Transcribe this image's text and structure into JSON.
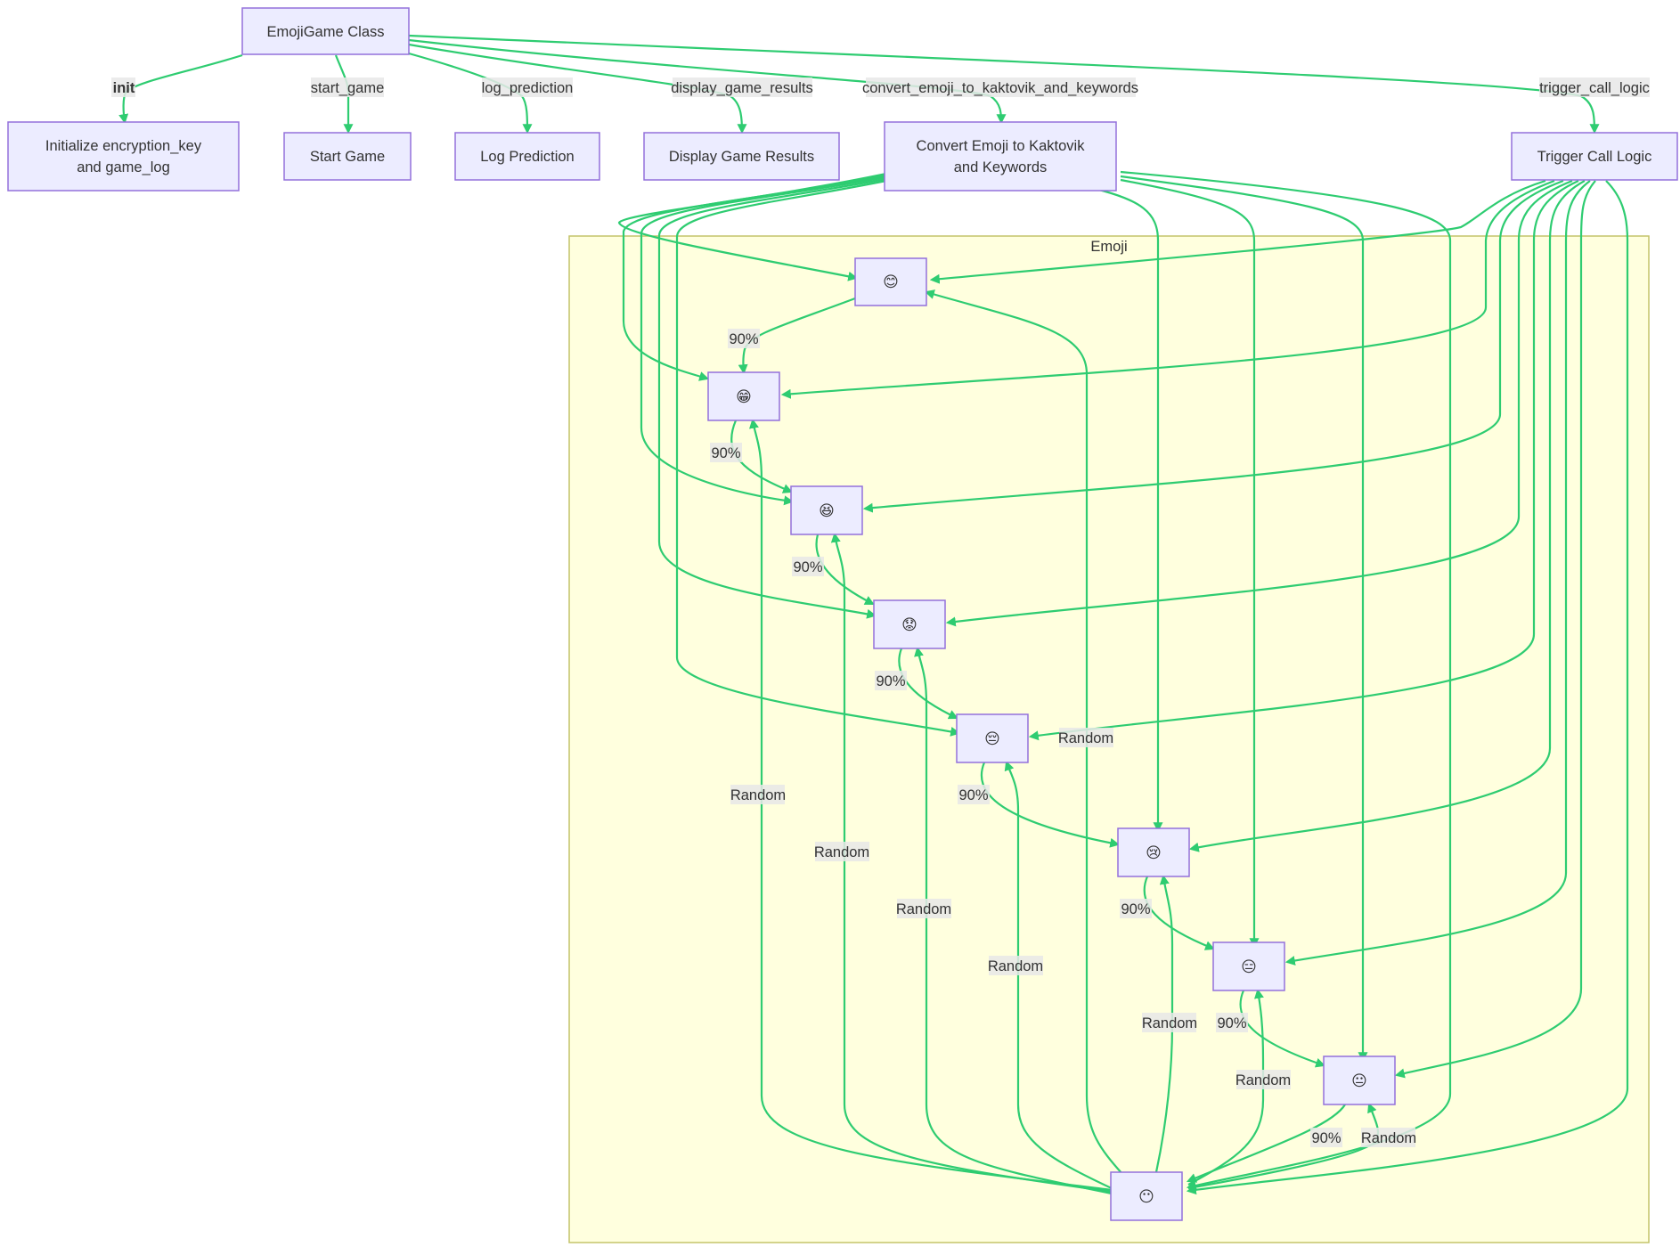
{
  "diagram": {
    "cluster": {
      "title": "Emoji"
    },
    "nodes": {
      "emojigame": {
        "lines": [
          "EmojiGame Class"
        ]
      },
      "init_node": {
        "lines": [
          "Initialize encryption_key",
          "and game_log"
        ]
      },
      "start_game": {
        "lines": [
          "Start Game"
        ]
      },
      "log_prediction": {
        "lines": [
          "Log Prediction"
        ]
      },
      "display_results": {
        "lines": [
          "Display Game Results"
        ]
      },
      "convert_emoji": {
        "lines": [
          "Convert Emoji to Kaktovik",
          "and Keywords"
        ]
      },
      "trigger_call": {
        "lines": [
          "Trigger Call Logic"
        ]
      },
      "e1": {
        "lines": [
          "😊"
        ]
      },
      "e2": {
        "lines": [
          "😁"
        ]
      },
      "e3": {
        "lines": [
          "😆"
        ]
      },
      "e4": {
        "lines": [
          "😟"
        ]
      },
      "e5": {
        "lines": [
          "😔"
        ]
      },
      "e6": {
        "lines": [
          "😢"
        ]
      },
      "e7": {
        "lines": [
          "😑"
        ]
      },
      "e8": {
        "lines": [
          "😐"
        ]
      },
      "e9": {
        "lines": [
          "😶"
        ]
      }
    },
    "edge_labels": {
      "init": "init",
      "start_game": "start_game",
      "log_prediction": "log_prediction",
      "display_game_results": "display_game_results",
      "convert": "convert_emoji_to_kaktovik_and_keywords",
      "trigger": "trigger_call_logic",
      "p12": "90%",
      "p23": "90%",
      "p34": "90%",
      "p45": "90%",
      "p56": "90%",
      "p67": "90%",
      "p78": "90%",
      "p89": "90%",
      "r1": "Random",
      "r2": "Random",
      "r3": "Random",
      "r4": "Random",
      "r5": "Random",
      "r6": "Random",
      "r7": "Random",
      "r8": "Random"
    },
    "colors": {
      "edge": "#2ecc71",
      "node_fill": "#ececff",
      "node_stroke": "#9370db",
      "cluster_fill": "#ffffde",
      "cluster_stroke": "#c4c46a",
      "label_bg": "#e8e8e8",
      "text": "#333333"
    }
  }
}
